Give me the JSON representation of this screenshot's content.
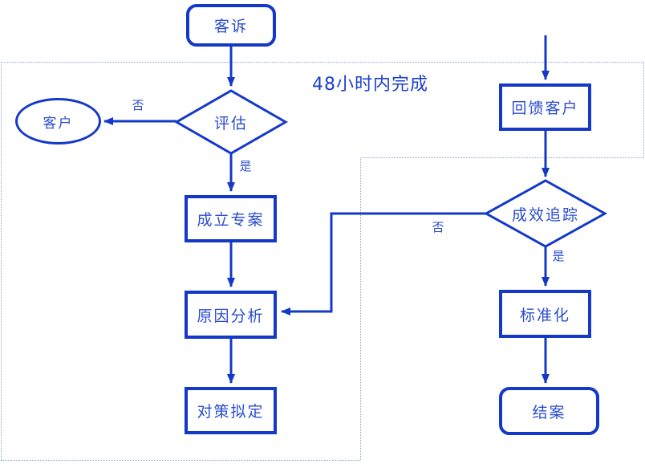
{
  "diagram": {
    "annotation": "48小时内完成",
    "nodes": {
      "complaint": "客诉",
      "evaluate": "评估",
      "customer": "客户",
      "project": "成立专案",
      "analysis": "原因分析",
      "countermeasure": "对策拟定",
      "feedback": "回馈客户",
      "tracking": "成效追踪",
      "standardize": "标准化",
      "close": "结案"
    },
    "edge_labels": {
      "evaluate_no": "否",
      "evaluate_yes": "是",
      "tracking_no": "否",
      "tracking_yes": "是"
    },
    "colors": {
      "line": "#1438c8",
      "text": "#2a4cd0",
      "dotted_border": "#93a3cf",
      "background": "#ffffff"
    }
  }
}
